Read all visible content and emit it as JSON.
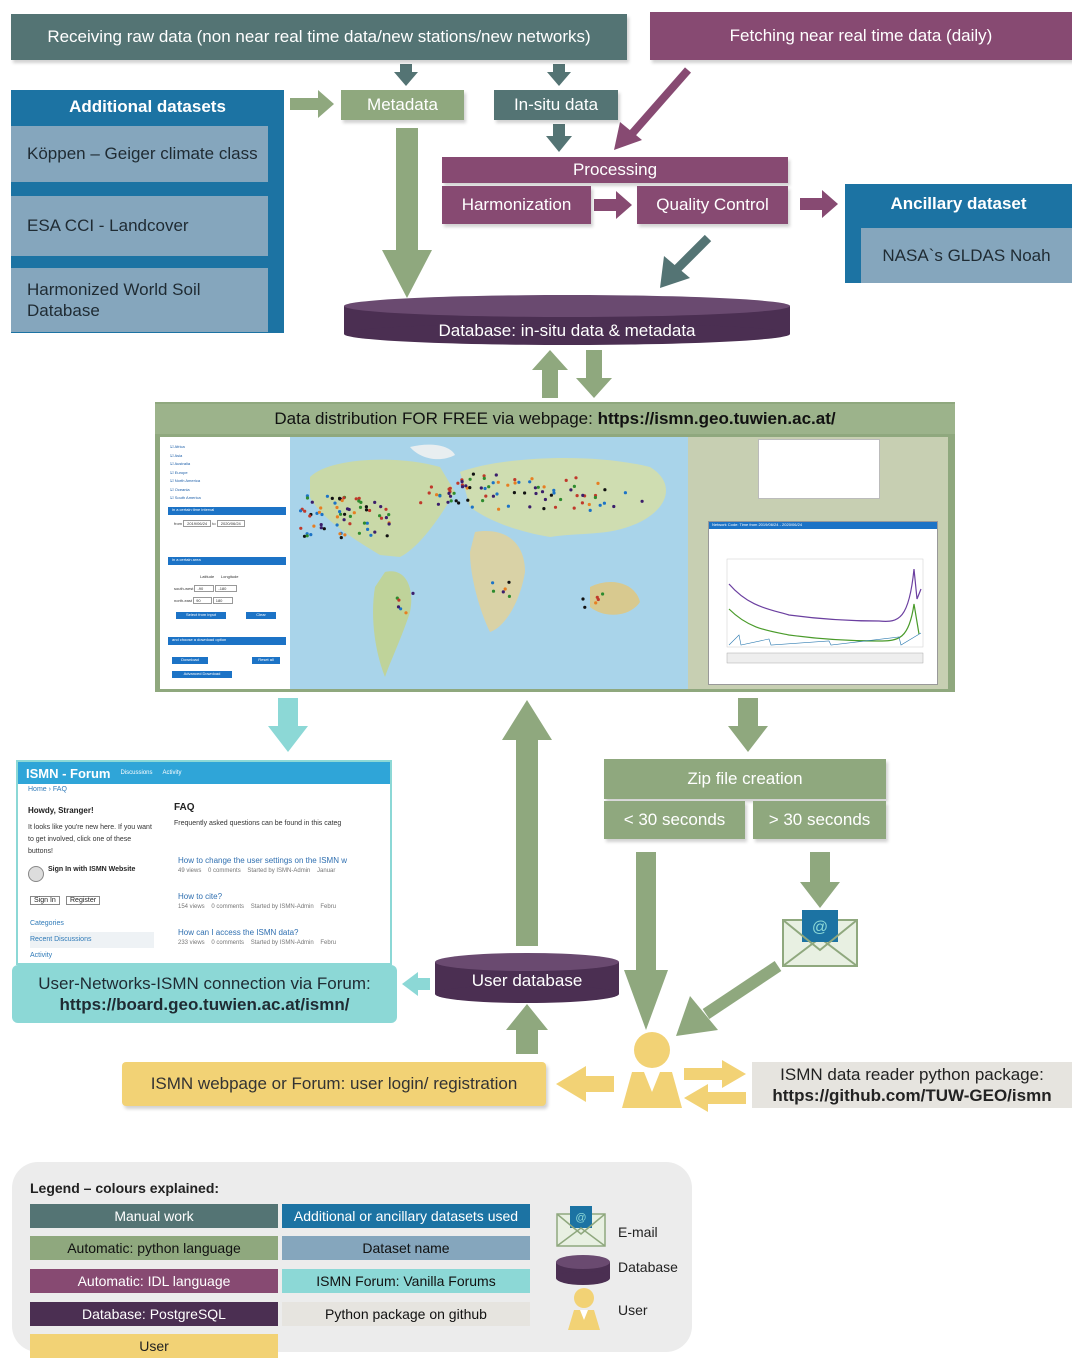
{
  "top": {
    "raw_data": "Receiving raw data (non near real time data/new stations/new networks)",
    "nrt_data": "Fetching near real time data (daily)"
  },
  "additional": {
    "header": "Additional datasets",
    "items": [
      "Köppen – Geiger climate class",
      "ESA CCI - Landcover",
      "Harmonized World Soil Database"
    ]
  },
  "metadata": "Metadata",
  "insitu": "In-situ data",
  "processing": {
    "title": "Processing",
    "harmonization": "Harmonization",
    "qc": "Quality Control"
  },
  "ancillary": {
    "header": "Ancillary dataset",
    "item": "NASA`s GLDAS Noah"
  },
  "database": "Database: in-situ data & metadata",
  "distribution": {
    "prefix": "Data distribution FOR FREE via webpage: ",
    "url": "https://ismn.geo.tuwien.ac.at/"
  },
  "webshot": {
    "regions": [
      "Africa",
      "Asia",
      "Australia",
      "Europe",
      "North America",
      "Oceania",
      "South America"
    ],
    "time_header": "in a certain time interval",
    "from_label": "from",
    "from_value": "2019/06/24",
    "to_label": "to",
    "to_value": "2020/06/24",
    "area_header": "in a certain area",
    "latitude": "Latitude",
    "longitude": "Longitude",
    "sw_label": "south-west",
    "sw_lat": "-90",
    "sw_lon": "-180",
    "ne_label": "north-east",
    "ne_lat": "90",
    "ne_lon": "180",
    "select_btn": "Select from input",
    "clear_btn": "Clear",
    "download_header": "and choose a download option",
    "download_btn": "Download",
    "reset_btn": "Reset all",
    "adv_btn": "Advanced Download",
    "chart_title": "Network Code: Time from 2019/06/24 - 2020/06/24"
  },
  "forum_shot": {
    "title": "ISMN - Forum",
    "nav": [
      "Discussions",
      "Activity"
    ],
    "breadcrumb": "Home › FAQ",
    "howdy": "Howdy, Stranger!",
    "intro": "It looks like you're new here. If you want to get involved, click one of these buttons!",
    "sign_in_ismn": "Sign In with ISMN Website",
    "sign_in": "Sign In",
    "register": "Register",
    "side_links": [
      "Categories",
      "Recent Discussions",
      "Activity"
    ],
    "faq": "FAQ",
    "faq_desc": "Frequently asked questions can be found in this categ",
    "questions": [
      {
        "q": "How to change the user settings on the ISMN w",
        "meta": "49 views    0 comments    Started by ISMN-Admin    Januar"
      },
      {
        "q": "How to cite?",
        "meta": "154 views    0 comments    Started by ISMN-Admin    Febru"
      },
      {
        "q": "How can I access the ISMN data?",
        "meta": "233 views    0 comments    Started by ISMN-Admin    Febru"
      }
    ]
  },
  "zip": {
    "title": "Zip file creation",
    "fast": "< 30 seconds",
    "slow": "> 30 seconds"
  },
  "forum_box": {
    "line1": "User-Networks-ISMN connection via Forum:",
    "url": "https://board.geo.tuwien.ac.at/ismn/"
  },
  "user_db": "User database",
  "login": "ISMN webpage or Forum: user login/ registration",
  "reader": {
    "line1": "ISMN data reader python package:",
    "url": "https://github.com/TUW-GEO/ismn"
  },
  "legend": {
    "title": "Legend – colours explained:",
    "items": [
      {
        "label": "Manual work",
        "color": "#547474"
      },
      {
        "label": "Automatic: python language",
        "color": "#8fa87e"
      },
      {
        "label": "Automatic: IDL language",
        "color": "#874a72"
      },
      {
        "label": "Database: PostgreSQL",
        "color": "#4b2f52"
      },
      {
        "label": "User",
        "color": "#f2d275"
      },
      {
        "label": "Additional or ancillary datasets used",
        "color": "#1c73a3"
      },
      {
        "label": "Dataset name",
        "color": "#85a6bd"
      },
      {
        "label": "ISMN Forum: Vanilla Forums",
        "color": "#8cd8d6"
      },
      {
        "label": "Python package on github",
        "color": "#e6e4df"
      }
    ],
    "icons": {
      "email": "E-mail",
      "database": "Database",
      "user": "User"
    }
  },
  "colors": {
    "manual": "#547474",
    "python": "#8fa87e",
    "idl": "#874a72",
    "postgres": "#4b2f52",
    "user": "#f2d275",
    "additional": "#1c73a3",
    "dataset": "#85a6bd",
    "forum": "#8cd8d6",
    "github": "#e6e4df"
  }
}
